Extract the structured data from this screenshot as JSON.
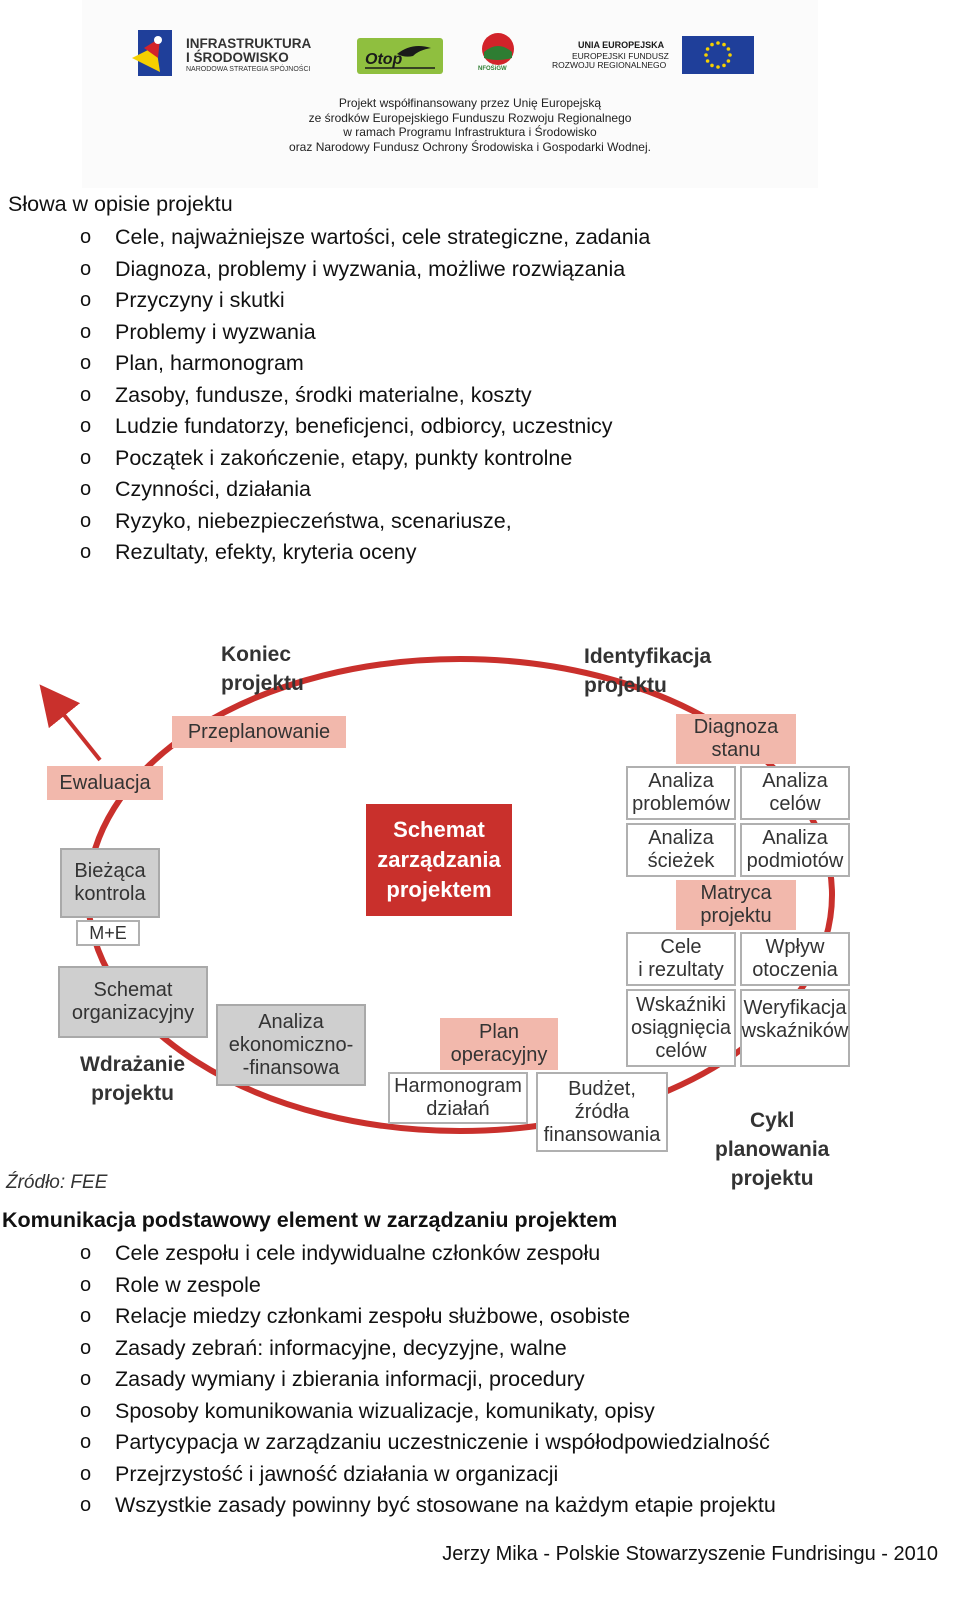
{
  "header": {
    "logos": {
      "infra_line1": "INFRASTRUKTURA",
      "infra_line2": "I ŚRODOWISKO",
      "infra_line3": "NARODOWA STRATEGIA SPÓJNOŚCI",
      "otop": "Otop",
      "nfosigw": "NFOŚiGW",
      "ue_line1": "UNIA EUROPEJSKA",
      "ue_line2": "EUROPEJSKI FUNDUSZ",
      "ue_line3": "ROZWOJU REGIONALNEGO"
    },
    "cofunding": [
      "Projekt współfinansowany przez Unię Europejską",
      "ze środków Europejskiego Funduszu Rozwoju Regionalnego",
      "w ramach Programu Infrastruktura i Środowisko",
      "oraz Narodowy Fundusz Ochrony Środowiska i Gospodarki Wodnej."
    ],
    "colors": {
      "eu_blue": "#1f3f9a",
      "eu_star": "#f5d000",
      "otop_green": "#8fbf3f",
      "nfos_red": "#d2232a"
    }
  },
  "section1": {
    "heading": "Słowa w opisie projektu",
    "bullet": "o",
    "items": [
      "Cele, najważniejsze wartości, cele strategiczne, zadania",
      "Diagnoza, problemy i wyzwania, możliwe rozwiązania",
      "Przyczyny i skutki",
      "Problemy i wyzwania",
      "Plan, harmonogram",
      "Zasoby, fundusze, środki materialne, koszty",
      "Ludzie fundatorzy, beneficjenci, odbiorcy, uczestnicy",
      "Początek i zakończenie, etapy, punkty kontrolne",
      "Czynności, działania",
      "Ryzyko, niebezpieczeństwa, scenariusze,",
      "Rezultaty, efekty, kryteria oceny"
    ]
  },
  "diagram": {
    "colors": {
      "cycle_red": "#c9302c",
      "pink": "#f2b8ac",
      "grey": "#cfcfcf"
    },
    "center": "Schemat\nzarządzania\nprojektem",
    "labels": {
      "end": "Koniec\nprojektu",
      "identification": "Identyfikacja\nprojektu",
      "implementation": "Wdrażanie\nprojektu",
      "planning_cycle": "Cykl\nplanowania\nprojektu"
    },
    "boxes": {
      "replanning": "Przeplanowanie",
      "evaluation": "Ewaluacja",
      "monitoring": "Bieżąca\nkontrola",
      "me": "M+E",
      "org_scheme": "Schemat\norganizacyjny",
      "econ_analysis": "Analiza\nekonomiczno-\n-finansowa",
      "op_plan": "Plan\noperacyjny",
      "schedule": "Harmonogram\ndziałań",
      "budget": "Budżet,\nźródła\nfinansowania",
      "diagnosis": "Diagnoza\nstanu",
      "problem_analysis": "Analiza\nproblemów",
      "goal_analysis": "Analiza\ncelów",
      "path_analysis": "Analiza\nścieżek",
      "stakeholder_analysis": "Analiza\npodmiotów",
      "matrix": "Matryca\nprojektu",
      "goals_results": "Cele\ni rezultaty",
      "env_impact": "Wpływ\notoczenia",
      "indicators": "Wskaźniki\nosiągnięcia\ncelów",
      "verification": "Weryfikacja\nwskaźników"
    },
    "source": "Źródło: FEE"
  },
  "section2": {
    "heading": "Komunikacja podstawowy element w zarządzaniu projektem",
    "bullet": "o",
    "items": [
      "Cele zespołu i cele indywidualne członków zespołu",
      "Role w zespole",
      "Relacje miedzy członkami zespołu służbowe, osobiste",
      "Zasady zebrań: informacyjne,  decyzyjne, walne",
      "Zasady wymiany i zbierania informacji, procedury",
      "Sposoby komunikowania wizualizacje, komunikaty, opisy",
      "Partycypacja w zarządzaniu uczestniczenie i współodpowiedzialność",
      "Przejrzystość i jawność działania w organizacji",
      "Wszystkie zasady powinny być stosowane na każdym etapie projektu"
    ]
  },
  "footer": {
    "text": "Jerzy Mika - Polskie Stowarzyszenie Fundrisingu - 2010"
  }
}
